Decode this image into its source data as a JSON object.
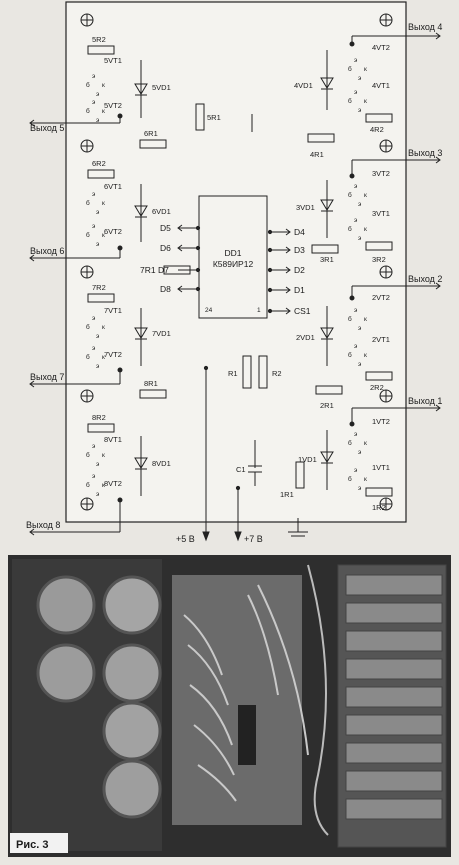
{
  "chip": {
    "name": "DD1",
    "part": "К589ИР12",
    "pin_left": "24",
    "pin_right": "1"
  },
  "pins_left": [
    "D5",
    "D6",
    "7R1 D7",
    "D8"
  ],
  "pins_right": [
    "D4",
    "D3",
    "D2",
    "D1",
    "CS1"
  ],
  "channels": [
    {
      "out": "Выход 1",
      "vt_top": "1VT2",
      "vt_bot": "1VT1",
      "r_base": "1R2",
      "r_col": "1R1",
      "vd": "1VD1"
    },
    {
      "out": "Выход 2",
      "vt_top": "2VT2",
      "vt_bot": "2VT1",
      "r_base": "2R2",
      "r_col": "2R1",
      "vd": "2VD1"
    },
    {
      "out": "Выход 3",
      "vt_top": "3VT2",
      "vt_bot": "3VT1",
      "r_base": "3R2",
      "r_col": "3R1",
      "vd": "3VD1"
    },
    {
      "out": "Выход 4",
      "vt_top": "4VT2",
      "vt_bot": "4VT1",
      "r_base": "4R2",
      "r_col": "4R1",
      "vd": "4VD1"
    },
    {
      "out": "Выход 5",
      "vt_top": "5VT1",
      "vt_bot": "5VT2",
      "r_base": "5R2",
      "r_col": "5R1",
      "vd": "5VD1"
    },
    {
      "out": "Выход 6",
      "vt_top": "6VT1",
      "vt_bot": "6VT2",
      "r_base": "6R2",
      "r_col": "6R1",
      "vd": "6VD1"
    },
    {
      "out": "Выход 7",
      "vt_top": "7VT1",
      "vt_bot": "7VT2",
      "r_base": "7R2",
      "r_col": "",
      "vd": "7VD1"
    },
    {
      "out": "Выход 8",
      "vt_top": "8VT1",
      "vt_bot": "8VT2",
      "r_base": "8R2",
      "r_col": "8R1",
      "vd": "8VD1"
    }
  ],
  "pin_letters": {
    "e": "э",
    "b": "б",
    "k": "к"
  },
  "misc": {
    "r1": "R1",
    "r2": "R2",
    "c1": "C1"
  },
  "power": {
    "v5": "+5 В",
    "v7": "+7 В"
  },
  "figure_caption": "Рис. 3"
}
